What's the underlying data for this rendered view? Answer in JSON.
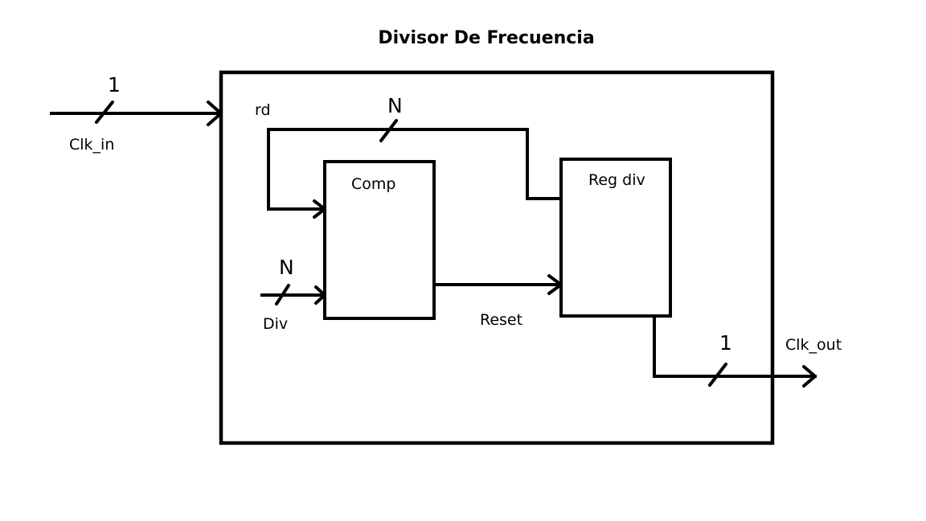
{
  "title": "Divisor De Frecuencia",
  "blocks": {
    "comp": "Comp",
    "reg_div": "Reg div"
  },
  "signals": {
    "clk_in": "Clk_in",
    "clk_in_width": "1",
    "rd": "rd",
    "rd_width": "N",
    "div": "Div",
    "div_width": "N",
    "reset": "Reset",
    "clk_out": "Clk_out",
    "clk_out_width": "1"
  }
}
